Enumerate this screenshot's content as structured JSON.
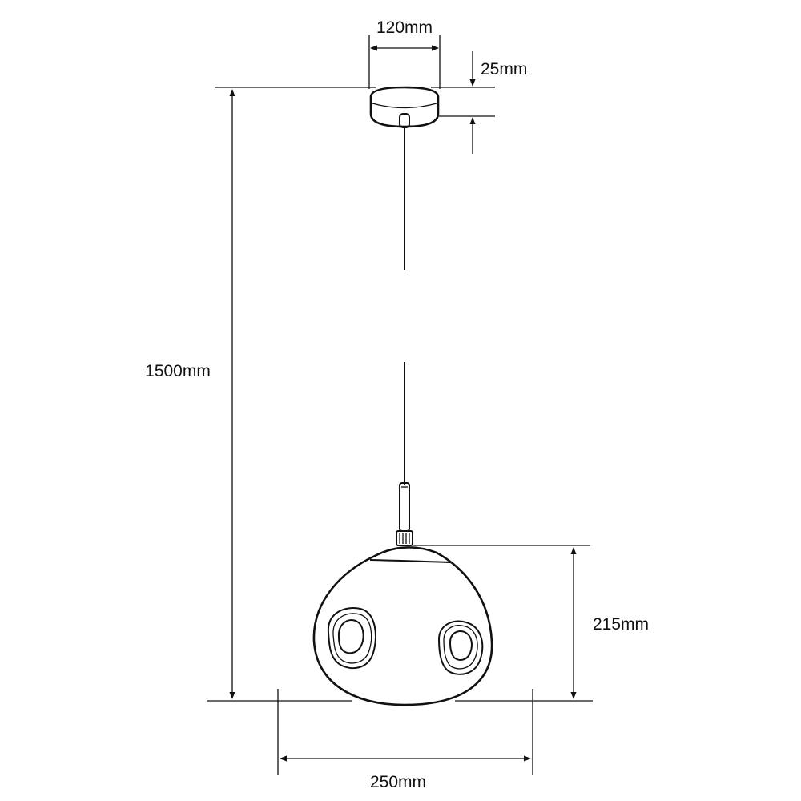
{
  "dimensions": {
    "canopy_width": "120mm",
    "canopy_height": "25mm",
    "total_drop": "1500mm",
    "shade_height": "215mm",
    "shade_width": "250mm"
  },
  "colors": {
    "line": "#111111",
    "background": "#ffffff"
  }
}
